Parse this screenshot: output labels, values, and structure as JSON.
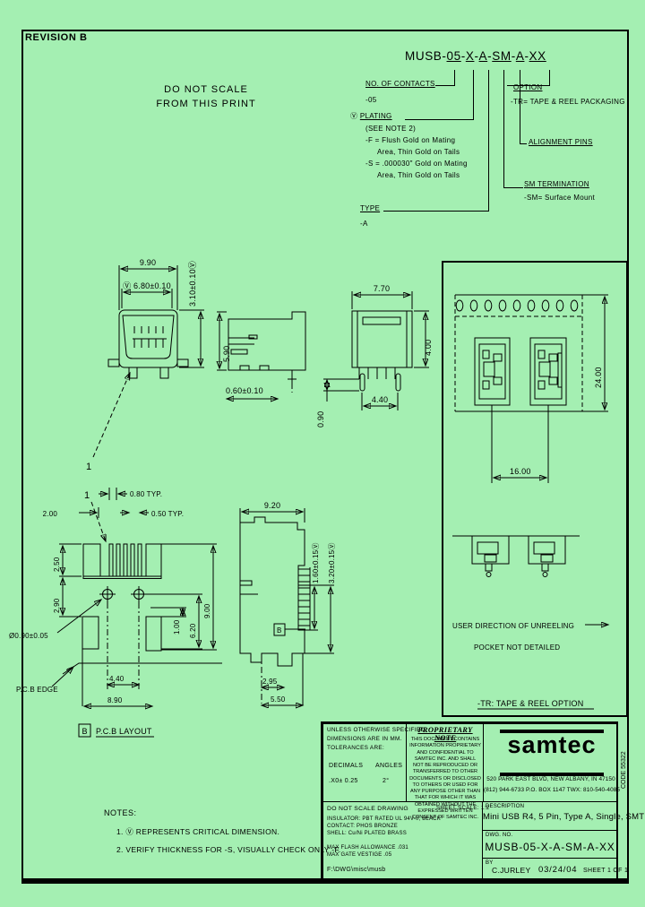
{
  "colors": {
    "bg": "#a4efb2",
    "ink": "#000000"
  },
  "header": {
    "revision": "REVISION B",
    "no_scale_1": "DO NOT SCALE",
    "no_scale_2": "FROM THIS PRINT"
  },
  "part_number": {
    "parts": [
      "MUSB-",
      "05",
      "-",
      "X",
      "-",
      "A",
      "-",
      "SM",
      "-",
      "A",
      "-",
      "XX"
    ]
  },
  "tree": {
    "contacts": {
      "label": "NO. OF CONTACTS",
      "value": "-05"
    },
    "plating": {
      "symbol": "Ⓥ",
      "label": "PLATING",
      "note": "(SEE NOTE 2)",
      "f1": "-F = Flush Gold on Mating",
      "f2": "Area, Thin Gold on Tails",
      "s1": "-S = .000030\" Gold on Mating",
      "s2": "Area, Thin Gold on Tails"
    },
    "type": {
      "label": "TYPE",
      "value": "-A"
    },
    "option": {
      "label": "OPTION",
      "value": "-TR= TAPE & REEL PACKAGING"
    },
    "alignment": {
      "label": "ALIGNMENT PINS"
    },
    "sm": {
      "label": "SM TERMINATION",
      "value": "-SM= Surface Mount"
    }
  },
  "views": {
    "front": {
      "d1": "9.90",
      "d2": "Ⓥ 6.80±0.10",
      "d3": "3.10±0.10Ⓥ",
      "pin1": "1"
    },
    "side": {
      "d1": "5.90",
      "d2": "0.60±0.10"
    },
    "top": {
      "d1": "7.70",
      "d2": "4.00",
      "d3": "4.40",
      "d4": "0.90"
    },
    "pcb": {
      "callout": "1",
      "d_080": "0.80 TYP.",
      "d_200": "2.00",
      "d_050": "0.50 TYP.",
      "d_250": "2.50",
      "d_290": "2.90",
      "d_dia": "Ø0.90±0.05",
      "d_900": "9.00",
      "d_100": "1.00",
      "d_620": "6.20",
      "d_440": "4.40",
      "d_890": "8.90",
      "edge": "P.C.B EDGE",
      "b": "B",
      "label": "P.C.B LAYOUT"
    },
    "back": {
      "d_920": "9.20",
      "d_160": "1.60±0.15Ⓥ",
      "d_320": "3.20±0.15Ⓥ",
      "d_295": "2.95",
      "d_550": "5.50",
      "b": "B"
    }
  },
  "tape": {
    "d_2400": "24.00",
    "d_1600": "16.00",
    "unreel": "USER DIRECTION OF UNREELING",
    "pocket": "POCKET NOT DETAILED",
    "title": "-TR: TAPE & REEL OPTION"
  },
  "notes": {
    "title": "NOTES:",
    "n1": "1. Ⓥ REPRESENTS CRITICAL DIMENSION.",
    "n2": "2. VERIFY THICKNESS FOR -S, VISUALLY CHECK ONLY -F."
  },
  "titleblock": {
    "tol": {
      "l1": "UNLESS OTHERWISE SPECIFIED,",
      "l2": "DIMENSIONS ARE IN MM.",
      "l3": "TOLERANCES ARE:",
      "h1": "DECIMALS",
      "h2": "ANGLES",
      "v1": ".X0± 0.25",
      "v2": "2°"
    },
    "prop": {
      "title": "PROPRIETARY NOTE",
      "body": "THIS DOCUMENT CONTAINS INFORMATION PROPRIETARY AND CONFIDENTIAL TO SAMTEC INC. AND SHALL NOT BE REPRODUCED OR TRANSFERRED TO OTHER DOCUMENTS OR DISCLOSED TO OTHERS OR USED FOR ANY PURPOSE OTHER THAN THAT FOR WHICH IT WAS OBTAINED WITHOUT THE EXPRESSED WRITTEN CONSENT OF SAMTEC INC."
    },
    "co": {
      "logo": "samtec",
      "addr1": "520 PARK EAST BLVD, NEW ALBANY, IN 47150",
      "addr2": "(812) 944-6733   P.O. BOX 1147   TWX: 810-540-4085",
      "code": "CODE 55322"
    },
    "r2": {
      "no_scale": "DO NOT SCALE DRAWING",
      "scale": "SHEET SCALE: 1:2",
      "mat1": "INSULATOR: PBT RATED UL 94V-0, BLACK",
      "mat2": "CONTACT: PHOS BRONZE",
      "mat3": "SHELL: Cu/Ni PLATED BRASS",
      "flash1": "MAX FLASH ALLOWANCE .031",
      "flash2": "MAX GATE VESTIGE .05",
      "path": "F:\\DWG\\misc\\musb",
      "desc_label": "DESCRIPTION",
      "desc": "Mini USB R4, 5 Pin, Type A, Single, SMT",
      "dwg_label": "DWG. NO.",
      "dwg": "MUSB-05-X-A-SM-A-XX",
      "by_label": "BY",
      "by": "C.JURLEY",
      "date": "03/24/04",
      "sheet": "SHEET 1 OF 1"
    }
  }
}
